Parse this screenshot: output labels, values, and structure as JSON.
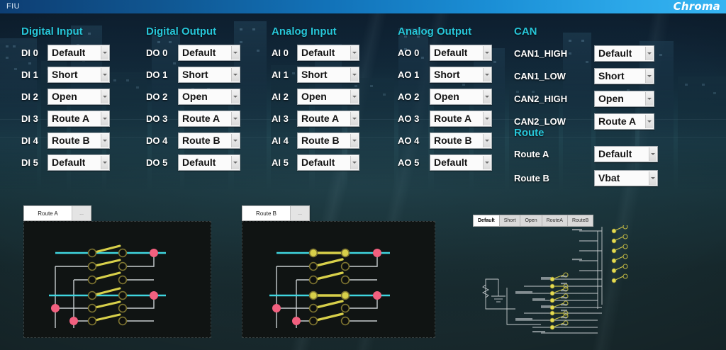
{
  "window": {
    "title": "FIU",
    "brand": "Chroma"
  },
  "colors": {
    "accent_cyan": "#27c6d9",
    "titlebar_blue": "#1272b8",
    "node_yellow": "#e8d44a",
    "node_pink": "#f2607f",
    "rail_cyan": "#3fd6e0",
    "wire_grey": "#c8cdd0",
    "panel_bg": "#101413"
  },
  "options": [
    "Default",
    "Short",
    "Open",
    "Route A",
    "Route B",
    "Vbat"
  ],
  "columns": [
    {
      "key": "digital_input",
      "title": "Digital Input",
      "rows": [
        {
          "label": "DI 0",
          "value": "Default"
        },
        {
          "label": "DI 1",
          "value": "Short"
        },
        {
          "label": "DI 2",
          "value": "Open"
        },
        {
          "label": "DI 3",
          "value": "Route A"
        },
        {
          "label": "DI 4",
          "value": "Route B"
        },
        {
          "label": "DI 5",
          "value": "Default"
        }
      ]
    },
    {
      "key": "digital_output",
      "title": "Digital Output",
      "rows": [
        {
          "label": "DO 0",
          "value": "Default"
        },
        {
          "label": "DO 1",
          "value": "Short"
        },
        {
          "label": "DO 2",
          "value": "Open"
        },
        {
          "label": "DO 3",
          "value": "Route A"
        },
        {
          "label": "DO 4",
          "value": "Route B"
        },
        {
          "label": "DO 5",
          "value": "Default"
        }
      ]
    },
    {
      "key": "analog_input",
      "title": "Analog Input",
      "rows": [
        {
          "label": "AI 0",
          "value": "Default"
        },
        {
          "label": "AI 1",
          "value": "Short"
        },
        {
          "label": "AI 2",
          "value": "Open"
        },
        {
          "label": "AI 3",
          "value": "Route A"
        },
        {
          "label": "AI 4",
          "value": "Route B"
        },
        {
          "label": "AI 5",
          "value": "Default"
        }
      ]
    },
    {
      "key": "analog_output",
      "title": "Analog Output",
      "rows": [
        {
          "label": "AO 0",
          "value": "Default"
        },
        {
          "label": "AO 1",
          "value": "Short"
        },
        {
          "label": "AO 2",
          "value": "Open"
        },
        {
          "label": "AO 3",
          "value": "Route A"
        },
        {
          "label": "AO 4",
          "value": "Route B"
        },
        {
          "label": "AO 5",
          "value": "Default"
        }
      ]
    },
    {
      "key": "can",
      "title": "CAN",
      "rows": [
        {
          "label": "CAN1_HIGH",
          "value": "Default"
        },
        {
          "label": "CAN1_LOW",
          "value": "Short"
        },
        {
          "label": "CAN2_HIGH",
          "value": "Open"
        },
        {
          "label": "CAN2_LOW",
          "value": "Route A"
        }
      ]
    },
    {
      "key": "route",
      "title": "Route",
      "rows": [
        {
          "label": "Route A",
          "value": "Default"
        },
        {
          "label": "Route B",
          "value": "Vbat"
        }
      ]
    }
  ],
  "panels": {
    "route_a": {
      "selector_value": "Route A",
      "selector_button": "...",
      "diagram": "relay-matrix-route-a"
    },
    "route_b": {
      "selector_value": "Route B",
      "selector_button": "...",
      "diagram": "relay-matrix-route-b"
    },
    "schematic": {
      "tabs": [
        {
          "label": "Default",
          "active": true
        },
        {
          "label": "Short",
          "active": false
        },
        {
          "label": "Open",
          "active": false
        },
        {
          "label": "RouteA",
          "active": false
        },
        {
          "label": "RouteB",
          "active": false
        }
      ],
      "diagram": "fiu-full-schematic"
    }
  }
}
